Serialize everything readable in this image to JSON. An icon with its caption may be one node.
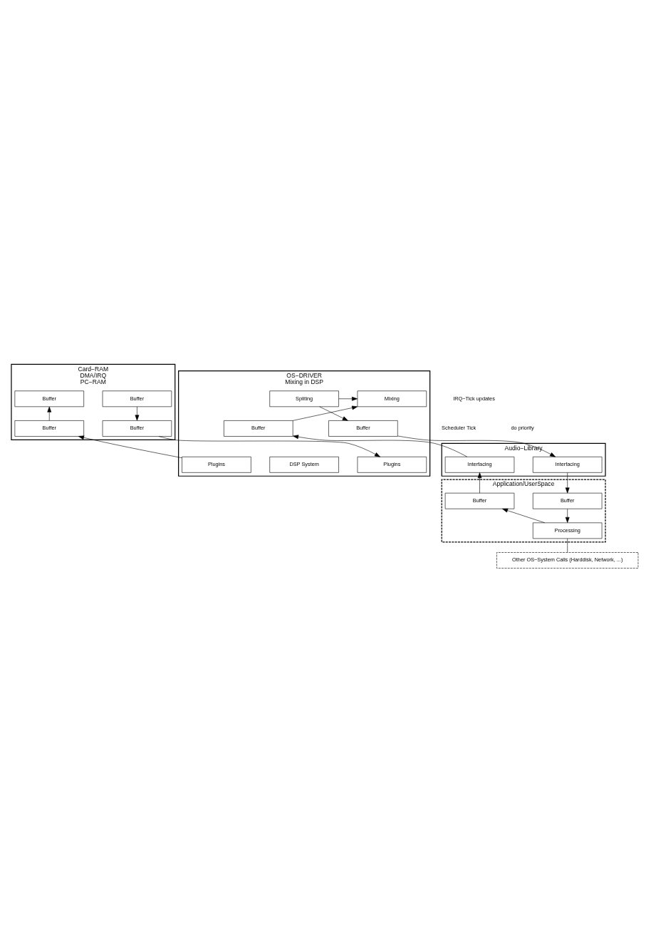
{
  "diagram": {
    "nodes": [
      {
        "text": [
          "Card−RAM",
          "DMA/IRQ",
          "PC−RAM"
        ]
      },
      {
        "text": [
          "Buffer"
        ],
        "in": 0
      },
      {
        "text": [
          "Buffer"
        ],
        "in": 0
      },
      {
        "text": [
          "Buffer"
        ],
        "in": 0
      },
      {
        "text": [
          "Buffer"
        ],
        "in": 0
      },
      {
        "text": [
          "OS−DRIVER",
          "Mixing in DSP"
        ]
      },
      {
        "text": [
          "Plugins"
        ],
        "in": 5
      },
      {
        "text": [
          "DSP System"
        ],
        "in": 5
      },
      {
        "text": [
          "Plugins"
        ],
        "in": 5
      },
      {
        "text": [
          "Spliting"
        ],
        "in": 5
      },
      {
        "text": [
          "Mixing"
        ],
        "in": 5
      },
      {
        "text": [
          "Buffer"
        ],
        "in": 5
      },
      {
        "text": [
          "Buffer"
        ],
        "in": 5
      },
      {
        "text": [
          "Audio−Library"
        ]
      },
      {
        "text": [
          "Interfacing"
        ],
        "in": 13
      },
      {
        "text": [
          "Interfacing"
        ],
        "in": 13
      },
      {
        "text": [
          "Application/UserSpace"
        ]
      },
      {
        "text": [
          "Buffer"
        ],
        "in": 16
      },
      {
        "text": [
          "Buffer"
        ],
        "in": 16
      },
      {
        "text": [
          "Processing"
        ],
        "in": 16
      },
      {
        "text": [
          "Other OS−System Calls (Harddisk, Network, ...)"
        ]
      }
    ],
    "edges": [
      {
        "from": 1,
        "to": 3,
        "arrow": "to"
      },
      {
        "from": 3,
        "to": 6,
        "arrow": "to"
      },
      {
        "from": 8,
        "to": 4,
        "arrow": "to"
      },
      {
        "from": 4,
        "to": 2,
        "arrow": "to"
      },
      {
        "from": 9,
        "to": 10,
        "arrow": "to"
      },
      {
        "from": 9,
        "to": 11,
        "arrow": "to"
      },
      {
        "from": 12,
        "to": 10,
        "arrow": "to"
      },
      {
        "from": 11,
        "to": 14,
        "arrow": "to"
      },
      {
        "from": 15,
        "to": 12,
        "arrow": "to"
      },
      {
        "from": 14,
        "to": 17,
        "arrow": "to"
      },
      {
        "from": 18,
        "to": 15,
        "arrow": "to"
      },
      {
        "from": 17,
        "to": 19,
        "arrow": "to"
      },
      {
        "from": 19,
        "to": 18,
        "arrow": "to"
      },
      {
        "from": 19,
        "to": 20,
        "arrow": "none"
      }
    ],
    "labels": [
      "IRQ−Tick updates",
      "Scheduler Tick",
      "do priority"
    ]
  }
}
